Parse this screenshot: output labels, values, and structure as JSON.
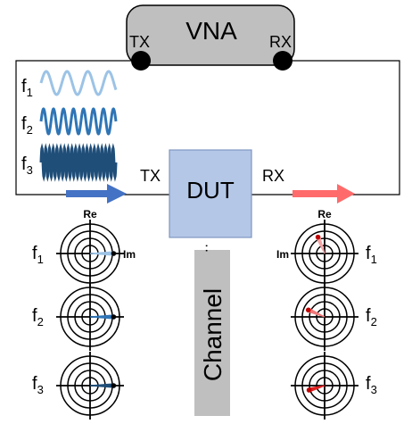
{
  "vna": {
    "label": "VNA",
    "tx_port": "TX",
    "rx_port": "RX"
  },
  "dut": {
    "label": "DUT",
    "tx_label": "TX",
    "rx_label": "RX"
  },
  "channel": {
    "label": "Channel",
    "dots": "··"
  },
  "frequencies": [
    {
      "letter": "f",
      "sub": "1",
      "cycles": 3.6,
      "color": "#9cc3e6"
    },
    {
      "letter": "f",
      "sub": "2",
      "cycles": 7.5,
      "color": "#2e75b6"
    },
    {
      "letter": "f",
      "sub": "3",
      "cycles": 20,
      "color": "#1f4e79"
    }
  ],
  "polar_axis": {
    "re": "Re",
    "im": "Im"
  },
  "input_phasors": [
    {
      "letter": "f",
      "sub": "1",
      "angle_deg": 0,
      "magnitude": 0.8,
      "color": "#9cc3e6"
    },
    {
      "letter": "f",
      "sub": "2",
      "angle_deg": 0,
      "magnitude": 0.8,
      "color": "#2e75b6"
    },
    {
      "letter": "f",
      "sub": "3",
      "angle_deg": 0,
      "magnitude": 0.8,
      "color": "#1f4e79"
    }
  ],
  "output_phasors": [
    {
      "letter": "f",
      "sub": "1",
      "angle_deg": 112,
      "magnitude": 0.6,
      "color": "#f4a3a3"
    },
    {
      "letter": "f",
      "sub": "2",
      "angle_deg": 157,
      "magnitude": 0.6,
      "color": "#f07a7a"
    },
    {
      "letter": "f",
      "sub": "3",
      "angle_deg": 196,
      "magnitude": 0.55,
      "color": "#e02020"
    }
  ],
  "colors": {
    "vna_fill": "#bfbfbf",
    "dut_fill": "#b4c7e7",
    "dut_stroke": "#7f96c0",
    "channel_fill": "#bfbfbf",
    "tx_arrow": "#4472c4",
    "rx_arrow": "#ff6b6b"
  }
}
